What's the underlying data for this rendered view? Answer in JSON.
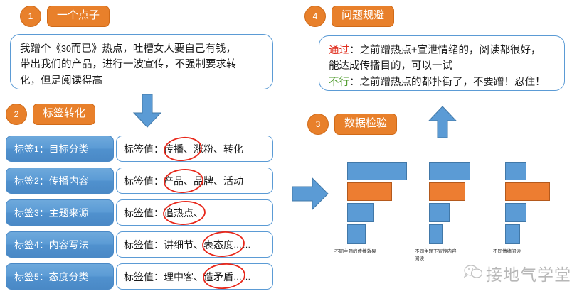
{
  "sections": {
    "idea": {
      "number": "1",
      "pill": "一个点子",
      "body_line1_a": "我蹭个《",
      "body_line1_num": "30",
      "body_line1_b": "而已》热点，吐槽女人要自己有钱，",
      "body_line2": "带出我们的产品，进行一波宣传，不强制要求转",
      "body_line3": "化，但是阅读得高"
    },
    "tagging": {
      "number": "2",
      "pill": "标签转化"
    },
    "validation": {
      "number": "3",
      "pill": "数据检验"
    },
    "risk": {
      "number": "4",
      "pill": "问题规避",
      "pass_label": "通过",
      "pass_text": "：之前蹭热点+宣泄情绪的，阅读都很好，",
      "pass_text_line2": "能达成传播目的，可以一试",
      "fail_label": "不行",
      "fail_text": "：之前蹭热点的都扑街了，不要蹭！忍住！"
    }
  },
  "tags": [
    {
      "prefix": "标签",
      "index": "1",
      "suffix": "：目标分类",
      "value_prefix": "标签值：",
      "value_items": "传播、涨粉、转化",
      "ellipsis": ""
    },
    {
      "prefix": "标签",
      "index": "2",
      "suffix": "：传播内容",
      "value_prefix": "标签值：",
      "value_items": "产品、品牌、活动",
      "ellipsis": ""
    },
    {
      "prefix": "标签",
      "index": "3",
      "suffix": "：主题来源",
      "value_prefix": "标签值：",
      "value_items": "追热点、",
      "ellipsis": ""
    },
    {
      "prefix": "标签",
      "index": "4",
      "suffix": "：内容写法",
      "value_prefix": "标签值：",
      "value_items": "讲细节、表态度",
      "ellipsis": "……"
    },
    {
      "prefix": "标签",
      "index": "5",
      "suffix": "：态度分类",
      "value_prefix": "标签值：",
      "value_items": "理中客、造矛盾",
      "ellipsis": "……"
    }
  ],
  "arrows": {
    "down_arrow": "down-arrow",
    "right_arrow": "right-arrow",
    "up_arrow": "up-arrow"
  },
  "colors": {
    "orange": "#E8802B",
    "bar_orange": "#ED7D31",
    "blue": "#5B9BD5",
    "red_circle": "#E8271A",
    "pass_red": "#E03020",
    "fail_green": "#4C9A2A"
  },
  "watermark": {
    "text": "接地气学堂",
    "icon": "wechat-icon"
  },
  "chart_data": {
    "type": "bar",
    "orientation": "horizontal",
    "title": "",
    "grid": false,
    "legend": null,
    "groups": [
      {
        "label": "不同主题的传播效果",
        "bars": [
          {
            "series": "blue",
            "value": 100
          },
          {
            "series": "orange",
            "value": 80
          },
          {
            "series": "blue",
            "value": 45
          },
          {
            "series": "blue",
            "value": 32
          }
        ]
      },
      {
        "label": "不同主题下宣传内容阅读",
        "bars": [
          {
            "series": "blue",
            "value": 70
          },
          {
            "series": "orange",
            "value": 62
          },
          {
            "series": "blue",
            "value": 38
          },
          {
            "series": "blue",
            "value": 24
          }
        ]
      },
      {
        "label": "不同情绪阅读",
        "bars": [
          {
            "series": "blue",
            "value": 38
          },
          {
            "series": "orange",
            "value": 82
          },
          {
            "series": "blue",
            "value": 38
          },
          {
            "series": "blue",
            "value": 28
          }
        ]
      }
    ],
    "xlabel": "",
    "ylabel": "",
    "xlim": [
      0,
      100
    ]
  }
}
